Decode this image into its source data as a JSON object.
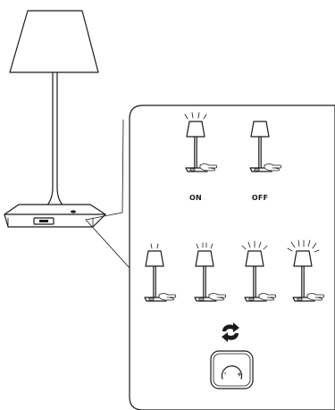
{
  "diagram": {
    "switch_labels": [
      "ON",
      "OFF"
    ],
    "lamp_states": {
      "on": "lit",
      "off": "unlit",
      "dimming_levels": [
        "level-1",
        "level-2",
        "level-3",
        "level-4"
      ]
    },
    "icons": [
      "cycle-arrows-icon",
      "dimmer-knob-icon",
      "hand-press-icon",
      "light-rays-icon"
    ],
    "colors": {
      "stroke": "#1a1a1a",
      "background": "#ffffff"
    }
  }
}
